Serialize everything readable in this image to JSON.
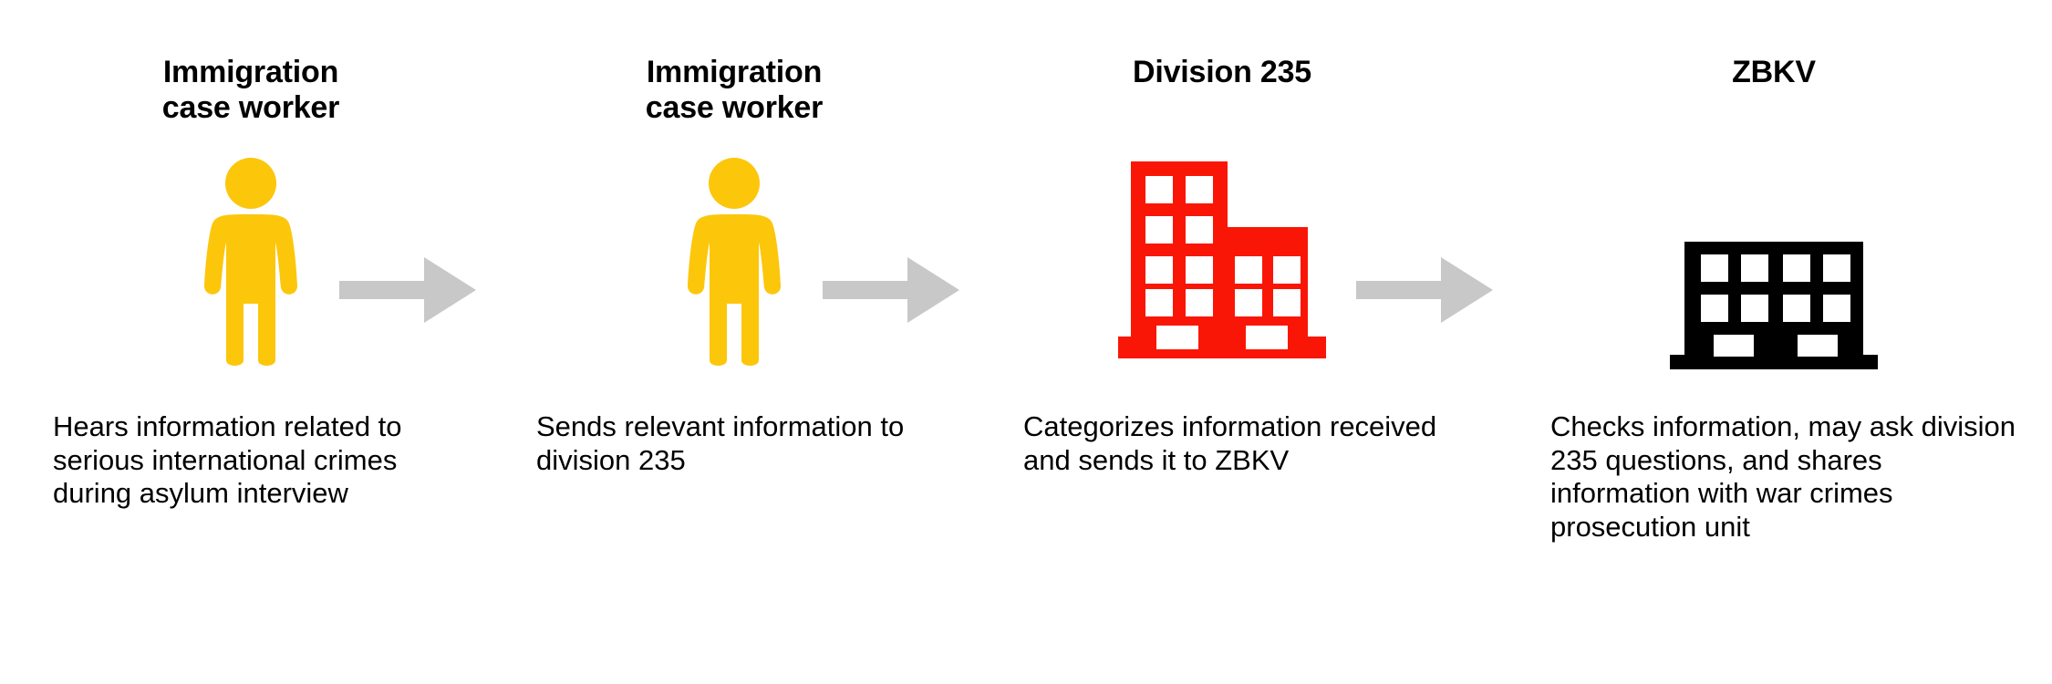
{
  "diagram": {
    "type": "process-flow",
    "orientation": "left-to-right",
    "background_color": "#FFFFFF",
    "arrow_color": "#C8C8C8",
    "steps": [
      {
        "id": "step-1",
        "title": "Immigration\ncase worker",
        "icon": "person-icon",
        "icon_color": "#FCC60B",
        "description": "Hears information related to serious international crimes during asylum interview"
      },
      {
        "id": "step-2",
        "title": "Immigration\ncase worker",
        "icon": "person-icon",
        "icon_color": "#FCC60B",
        "description": "Sends relevant information to division 235"
      },
      {
        "id": "step-3",
        "title": "Division 235",
        "icon": "office-building-icon",
        "icon_color": "#FA1606",
        "description": "Categorizes information received and sends it to ZBKV"
      },
      {
        "id": "step-4",
        "title": "ZBKV",
        "icon": "office-building-icon",
        "icon_color": "#000000",
        "description": "Checks information, may ask division 235 questions, and shares information with war crimes prosecution unit"
      }
    ],
    "connectors": [
      {
        "id": "arrow-1",
        "from": "step-1",
        "to": "step-2",
        "glyph": "right-arrow-icon"
      },
      {
        "id": "arrow-2",
        "from": "step-2",
        "to": "step-3",
        "glyph": "right-arrow-icon"
      },
      {
        "id": "arrow-3",
        "from": "step-3",
        "to": "step-4",
        "glyph": "right-arrow-icon"
      }
    ]
  }
}
